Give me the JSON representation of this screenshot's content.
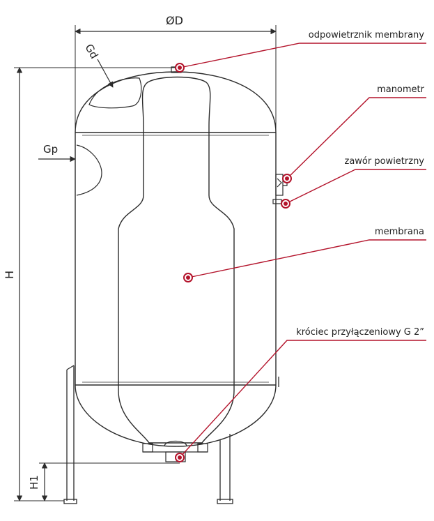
{
  "dimensions": {
    "diameter": "ØD",
    "height": "H",
    "leg_height": "H1",
    "gd": "Gd",
    "gp": "Gp"
  },
  "callouts": [
    {
      "id": "odpowietrznik",
      "label": "odpowietrznik membrany"
    },
    {
      "id": "manometr",
      "label": "manometr"
    },
    {
      "id": "zawor",
      "label": "zawór powietrzny"
    },
    {
      "id": "membrana",
      "label": "membrana"
    },
    {
      "id": "krociec",
      "label": "króciec przyłączeniowy G 2”"
    }
  ],
  "colors": {
    "accent": "#b3122a",
    "line": "#2b2b2b"
  }
}
